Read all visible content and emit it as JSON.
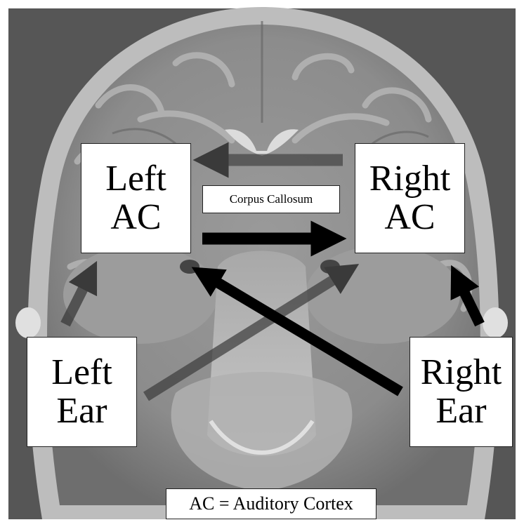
{
  "diagram": {
    "left_ac": {
      "line1": "Left",
      "line2": "AC"
    },
    "right_ac": {
      "line1": "Right",
      "line2": "AC"
    },
    "left_ear": {
      "line1": "Left",
      "line2": "Ear"
    },
    "right_ear": {
      "line1": "Right",
      "line2": "Ear"
    },
    "corpus_callosum_label": "Corpus Callosum",
    "legend": "AC = Auditory Cortex"
  },
  "colors": {
    "arrow_strong": "#000000",
    "arrow_faint": "#3a3a3a",
    "box_fill": "#ffffff",
    "scan_bg": "#8a8a8a"
  }
}
